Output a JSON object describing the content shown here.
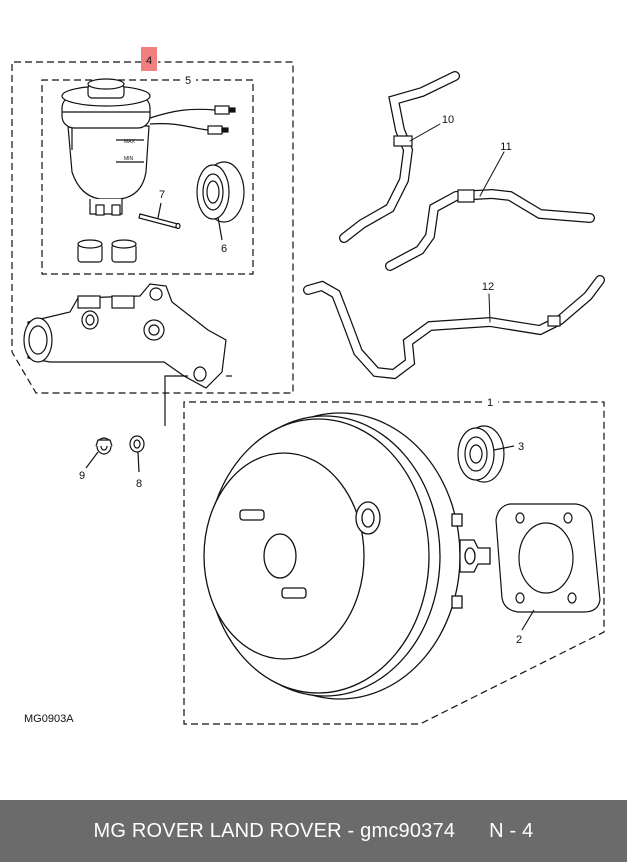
{
  "diagram": {
    "code": "MG0903A",
    "callouts": {
      "booster": "1",
      "gasket": "2",
      "seal": "3",
      "master_cylinder_assembly": "4",
      "reservoir_kit": "5",
      "grommet_seal": "6",
      "pin": "7",
      "washer": "8",
      "nut": "9",
      "hose_upper": "10",
      "hose_middle": "11",
      "hose_lower": "12"
    },
    "reservoir_marks": {
      "max": "MAX",
      "min": "MIN"
    },
    "highlight_color": "#f08080"
  },
  "footer": {
    "brand": "MG ROVER LAND ROVER - gmc90374",
    "page": "N - 4",
    "background_color": "#6b6b6b",
    "text_color": "#ffffff"
  }
}
